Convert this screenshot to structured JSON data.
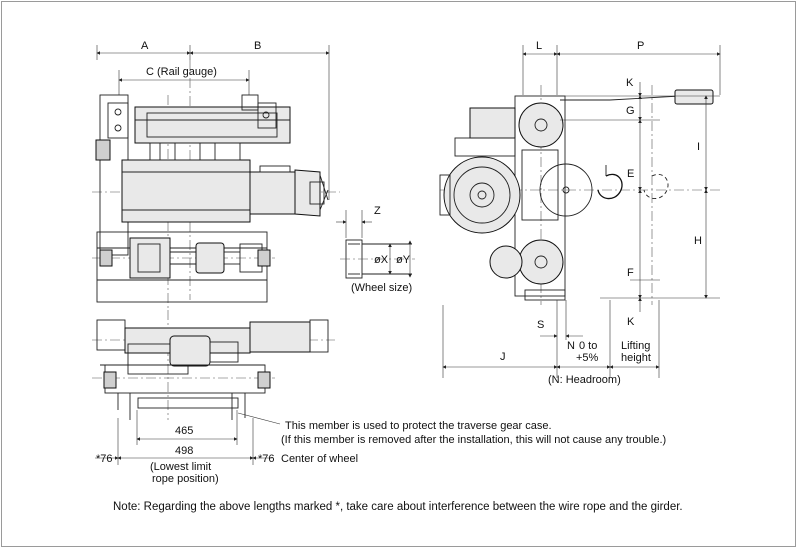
{
  "dims": {
    "A": "A",
    "B": "B",
    "C": "C (Rail gauge)",
    "L": "L",
    "P": "P",
    "K_top": "K",
    "G": "G",
    "I": "I",
    "E": "E",
    "H": "H",
    "F": "F",
    "K_bottom": "K",
    "Z": "Z",
    "X": "øX",
    "Y": "øY",
    "wheel_size": "(Wheel size)",
    "S": "S",
    "N": "N",
    "zero_to": "0 to",
    "plus5": "+5%",
    "lifting": "Lifting",
    "height": "height",
    "J": "J",
    "headroom": "(N: Headroom)",
    "d465": "465",
    "d498": "498",
    "lowest_limit_1": "(Lowest limit",
    "lowest_limit_2": "rope position)",
    "star76_left": "*76",
    "star76_right": "*76",
    "center_wheel": "Center of wheel"
  },
  "notes": {
    "member_1": "This member is used to protect the traverse gear case.",
    "member_2": "(If this member is removed after the installation, this will not cause any trouble.)",
    "footer": "Note: Regarding the above lengths marked *, take care about interference between the wire rope and the girder."
  }
}
